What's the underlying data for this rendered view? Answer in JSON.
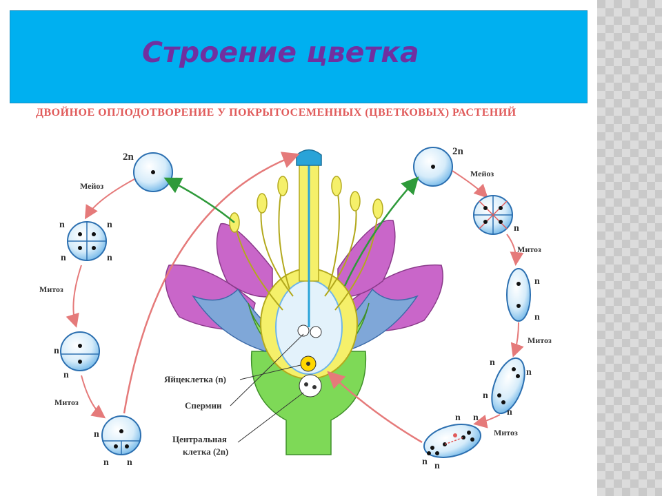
{
  "slide": {
    "title": "Строение цветка",
    "subtitle": "ДВОЙНОЕ ОПЛОДОТВОРЕНИЕ У ПОКРЫТОСЕМЕННЫХ (ЦВЕТКОВЫХ) РАСТЕНИЙ"
  },
  "diagram": {
    "labels": {
      "egg": "Яйцеклетка (n)",
      "sperm": "Спермии",
      "central_line1": "Центральная",
      "central_line2": "клетка (2n)"
    },
    "left_cycle": {
      "diploid": "2n",
      "meiosis": "Мейоз",
      "mitosis1": "Митоз",
      "mitosis2": "Митоз",
      "n": "n"
    },
    "right_cycle": {
      "diploid": "2n",
      "meiosis": "Мейоз",
      "mitosis1": "Митоз",
      "mitosis2": "Митоз",
      "mitosis3": "Митоз",
      "n": "n"
    }
  },
  "colors": {
    "title_bar": "#00b0f0",
    "title_text": "#7030a0",
    "subtitle": "#e05a5a",
    "arrow_red": "#e57a7a",
    "arrow_green": "#2e9a3a",
    "cell_fill": "#d6ecfa",
    "petal": "#c966c9",
    "sepal": "#7fa7d8",
    "stem": "#7ed957",
    "pistil": "#f5f06a"
  }
}
